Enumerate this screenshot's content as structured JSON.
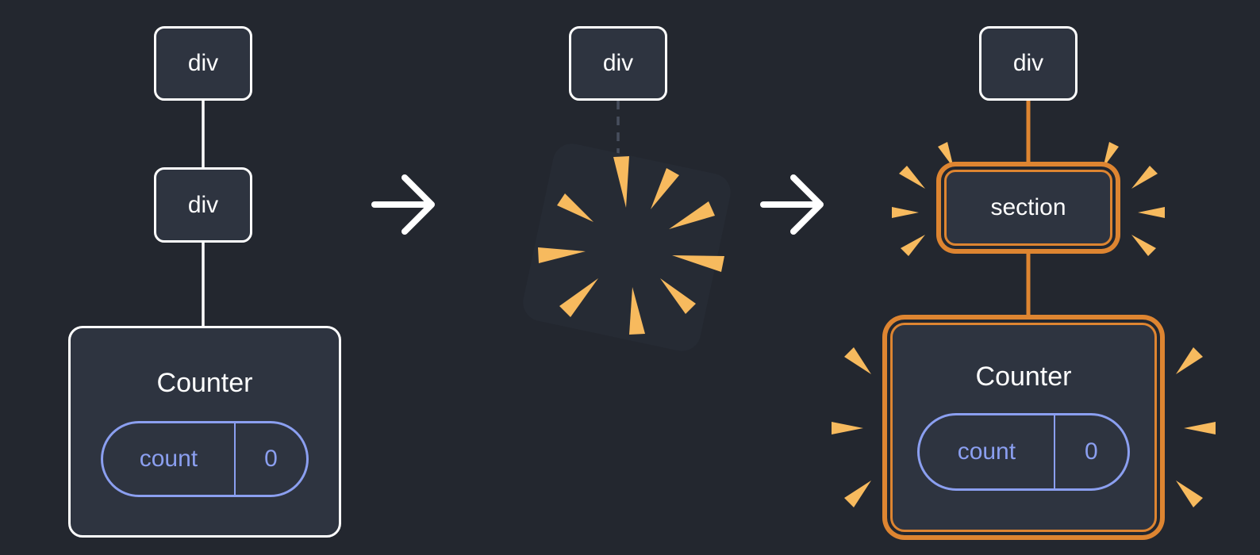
{
  "colors": {
    "background": "#23272f",
    "node_fill": "#2e3440",
    "node_border": "#ffffff",
    "text": "#ffffff",
    "state_accent": "#8b9ff0",
    "highlight_orange": "#de8531",
    "spark_orange": "#f7ba5e",
    "dashed_line": "#474e5d"
  },
  "stage_before": {
    "root": {
      "label": "div"
    },
    "child": {
      "label": "div"
    },
    "component": {
      "title": "Counter",
      "state_key": "count",
      "state_value": "0"
    }
  },
  "stage_during": {
    "root": {
      "label": "div"
    }
  },
  "stage_after": {
    "root": {
      "label": "div"
    },
    "child": {
      "label": "section"
    },
    "component": {
      "title": "Counter",
      "state_key": "count",
      "state_value": "0"
    }
  },
  "icons": {
    "arrow_1": "arrow-right-icon",
    "arrow_2": "arrow-right-icon",
    "poof": "poof-burst-icon",
    "sparks": "burst-spark-icon"
  }
}
